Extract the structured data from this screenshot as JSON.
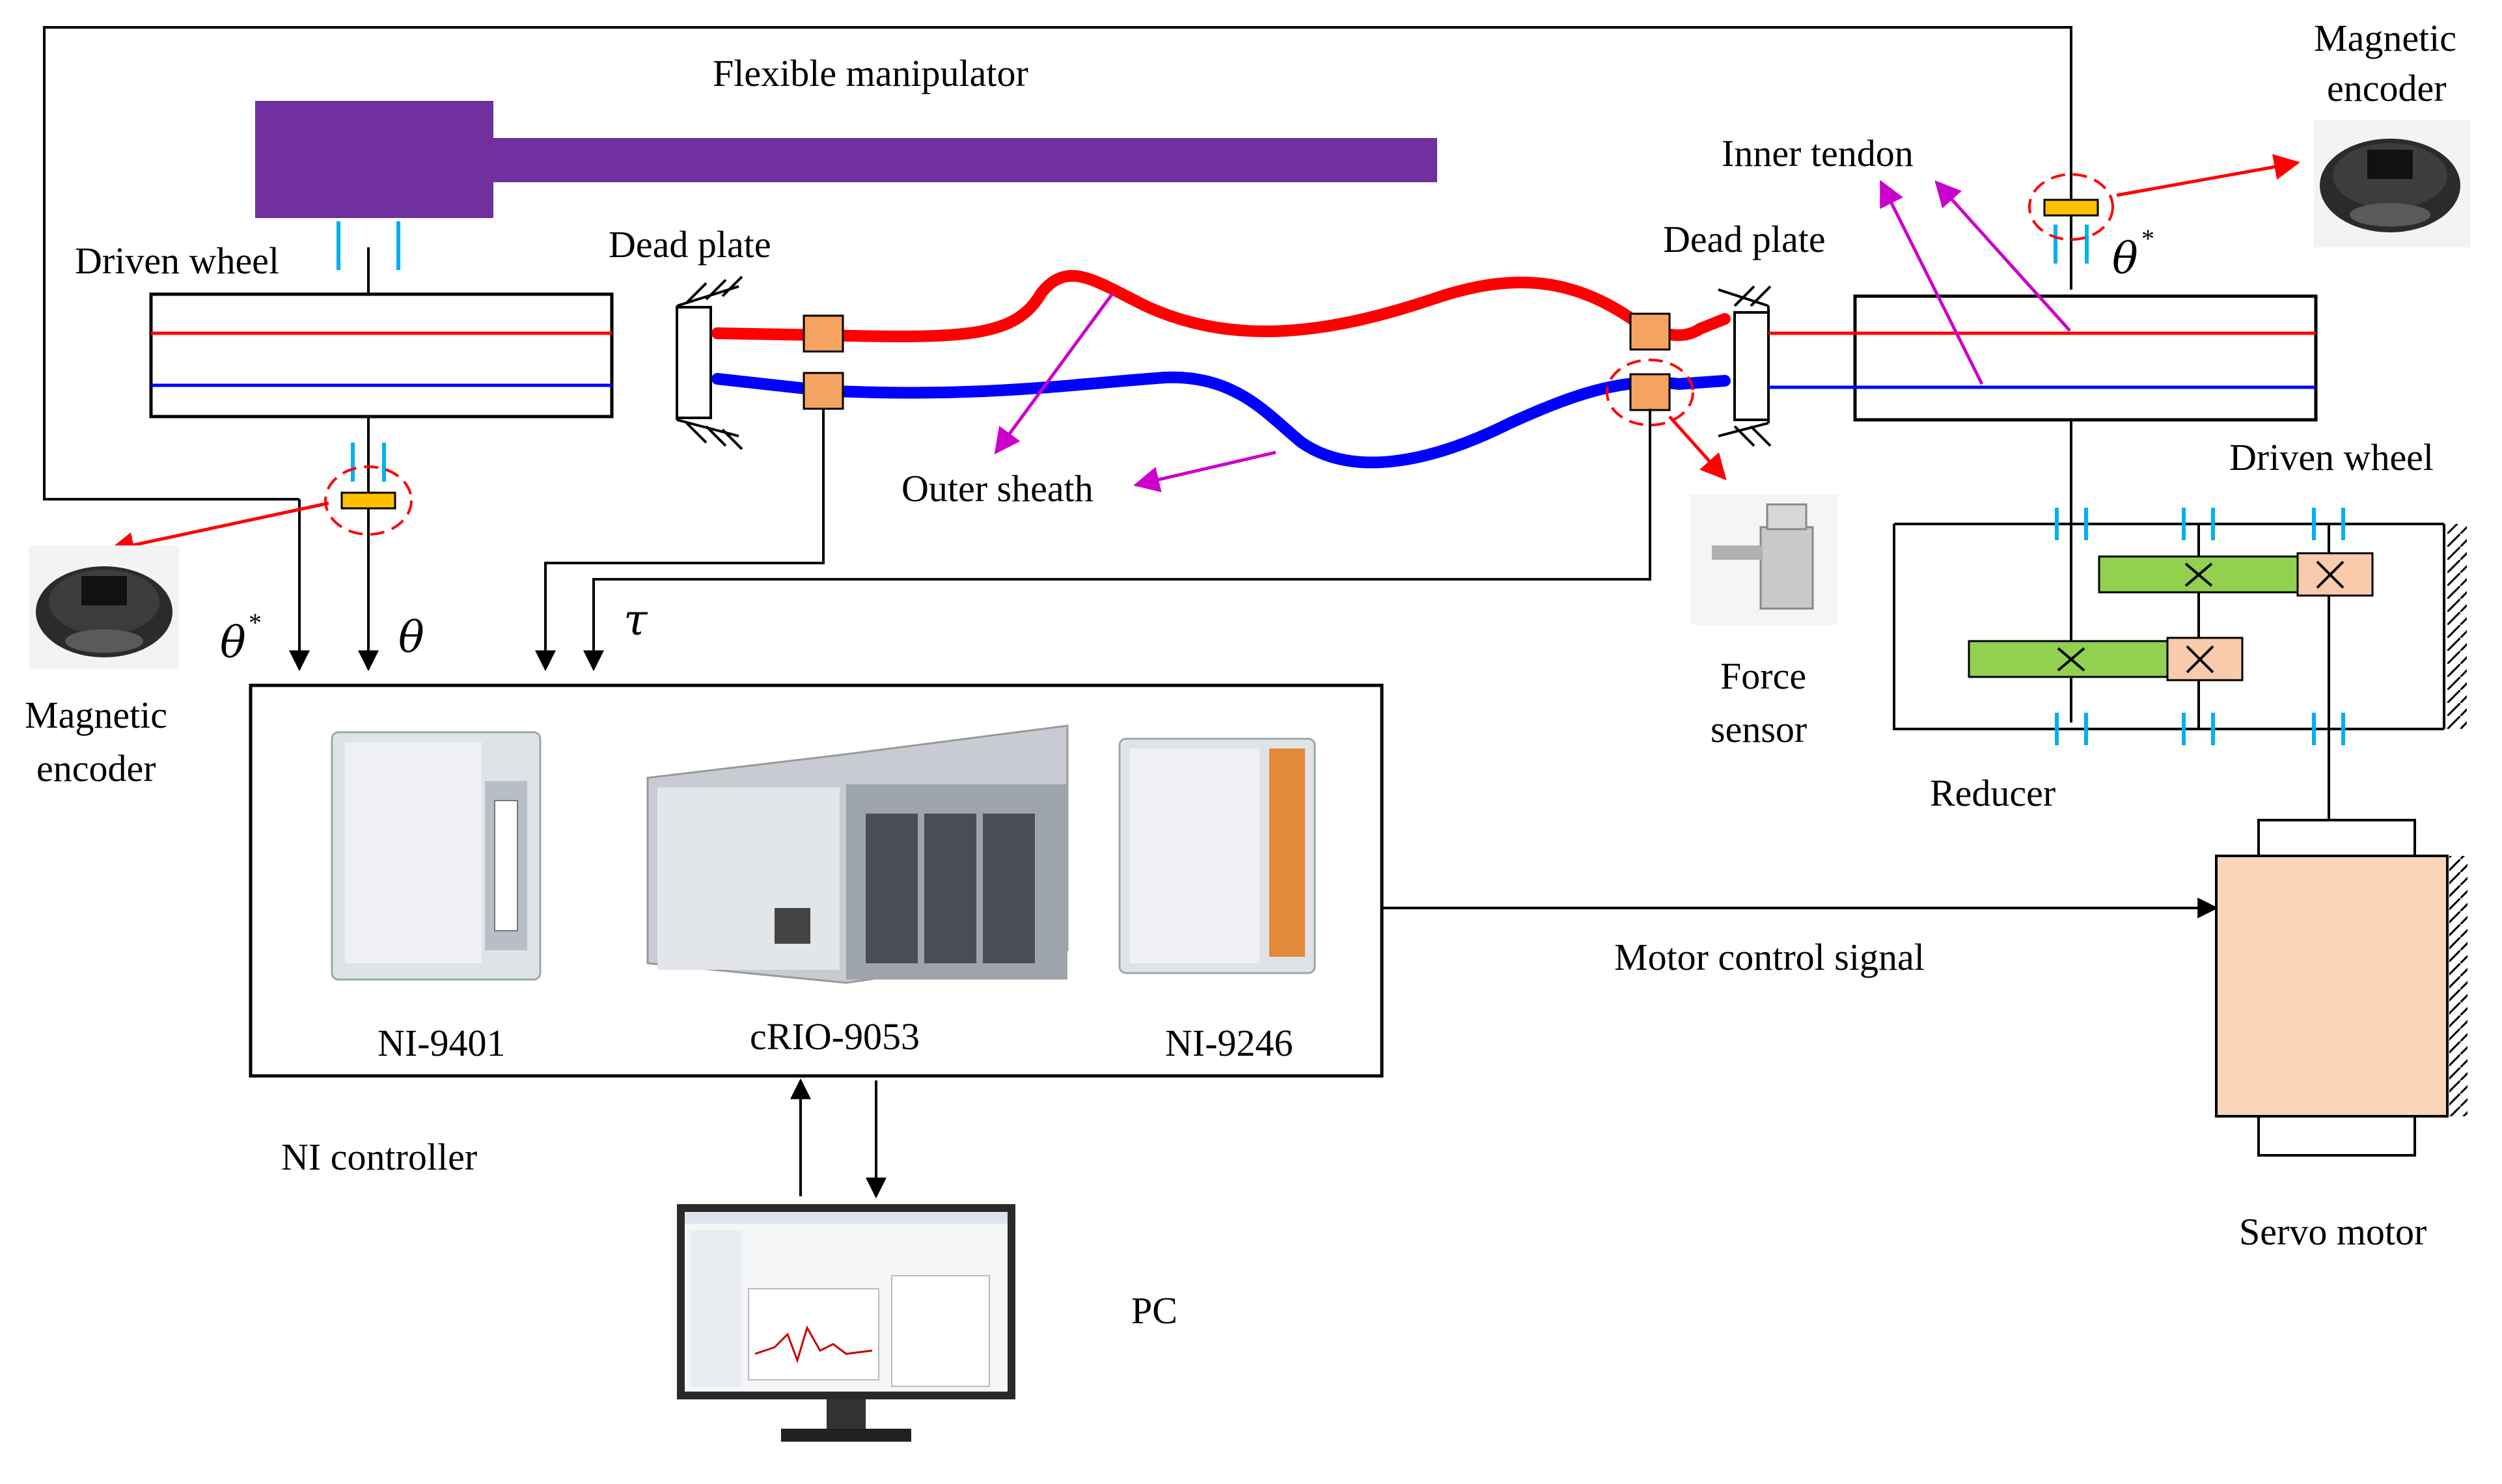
{
  "labels": {
    "flexible_manipulator": "Flexible manipulator",
    "driven_wheel_left": "Driven wheel",
    "dead_plate_left": "Dead plate",
    "dead_plate_right": "Dead plate",
    "inner_tendon": "Inner tendon",
    "magnetic_encoder_right_1": "Magnetic",
    "magnetic_encoder_right_2": "encoder",
    "magnetic_encoder_left_1": "Magnetic",
    "magnetic_encoder_left_2": "encoder",
    "outer_sheath": "Outer sheath",
    "driven_wheel_right": "Driven wheel",
    "force_sensor_1": "Force",
    "force_sensor_2": "sensor",
    "reducer": "Reducer",
    "motor_control_signal": "Motor control signal",
    "servo_motor": "Servo motor",
    "ni_9401": "NI-9401",
    "crio_9053": "cRIO-9053",
    "ni_9246": "NI-9246",
    "ni_controller": "NI controller",
    "pc": "PC"
  },
  "symbols": {
    "theta": "θ",
    "star": "*",
    "tau": "τ"
  },
  "colors": {
    "manipulator": "#7030a0",
    "tendon_red": "#ff0000",
    "tendon_blue": "#0000ff",
    "arrow_red": "#ff0000",
    "arrow_magenta": "#cc00cc",
    "sensor_orange": "#f4a460",
    "encoder_yellow": "#ffc000",
    "gear_green": "#92d050",
    "gear_peach": "#f8cbad",
    "motor_fill": "#f8d5b8",
    "bearing_blue": "#00b0f0"
  }
}
